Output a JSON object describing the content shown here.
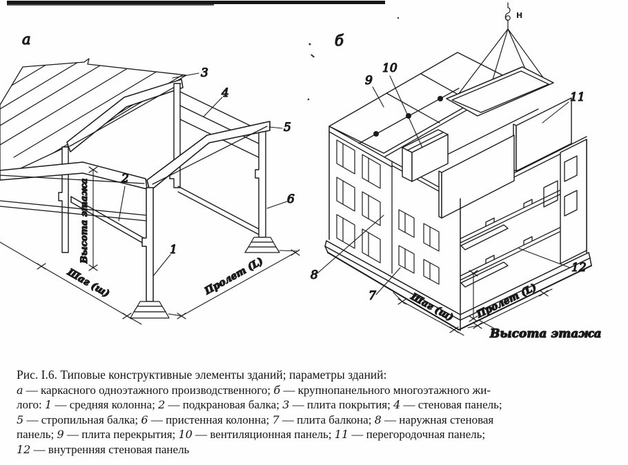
{
  "artifacts": {
    "stray_mark": "Н"
  },
  "figure": {
    "label_a": "а",
    "label_b": "б",
    "dims": {
      "shag": "Шаг (ш)",
      "prolet": "Пролет (L)",
      "vysota": "Высота этажа"
    },
    "parts": {
      "p1": "1",
      "p2": "2",
      "p3": "3",
      "p4": "4",
      "p5": "5",
      "p6": "6",
      "p7": "7",
      "p8": "8",
      "p9": "9",
      "p10": "10",
      "p11": "11",
      "p12": "12"
    }
  },
  "caption": {
    "lines": [
      [
        {
          "t": "Рис. I.6. Типовые конструктивные элементы зданий; параметры зданий:"
        }
      ],
      [
        {
          "t": "а",
          "i": true
        },
        {
          "t": " — каркасного одноэтажного производственного; "
        },
        {
          "t": "б",
          "i": true
        },
        {
          "t": " — крупнопанельного многоэтажного жи-"
        }
      ],
      [
        {
          "t": "лого: "
        },
        {
          "t": "1",
          "i": true
        },
        {
          "t": " — средняя колонна; "
        },
        {
          "t": "2",
          "i": true
        },
        {
          "t": " — подкрановая балка; "
        },
        {
          "t": "3",
          "i": true
        },
        {
          "t": " — плита покрытия; "
        },
        {
          "t": "4",
          "i": true
        },
        {
          "t": " — стеновая панель;"
        }
      ],
      [
        {
          "t": "5",
          "i": true
        },
        {
          "t": " — стропильная балка; "
        },
        {
          "t": "6",
          "i": true
        },
        {
          "t": " — пристенная колонна; "
        },
        {
          "t": "7",
          "i": true
        },
        {
          "t": " — плита балкона; "
        },
        {
          "t": "8",
          "i": true
        },
        {
          "t": " — наружная стеновая"
        }
      ],
      [
        {
          "t": "панель; "
        },
        {
          "t": "9",
          "i": true
        },
        {
          "t": " — плита перекрытия; "
        },
        {
          "t": "10",
          "i": true
        },
        {
          "t": " — вентиляционная панель; "
        },
        {
          "t": "11",
          "i": true
        },
        {
          "t": " — перегородочная панель;"
        }
      ],
      [
        {
          "t": "12",
          "i": true
        },
        {
          "t": " — внутренняя стеновая панель"
        }
      ]
    ]
  }
}
